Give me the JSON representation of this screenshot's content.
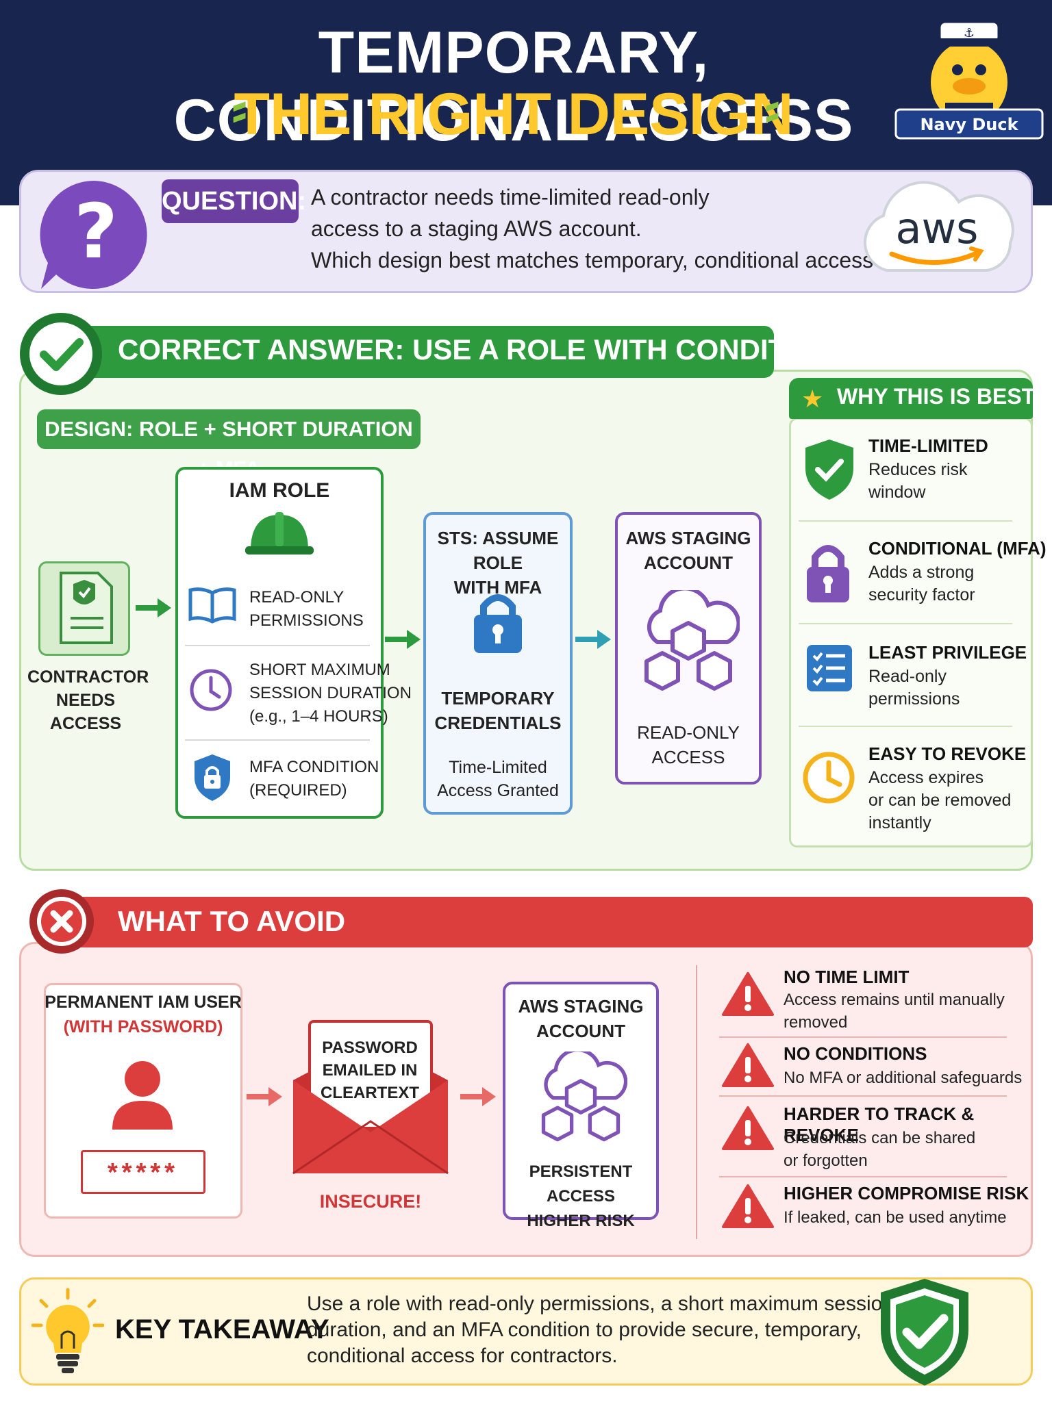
{
  "header": {
    "title_line1": "TEMPORARY, CONDITIONAL ACCESS",
    "title_line2": "THE RIGHT DESIGN",
    "mascot_label": "Navy Duck"
  },
  "question": {
    "label": "QUESTION:",
    "lines": [
      "A contractor needs time-limited read-only",
      "access to a staging AWS account.",
      "Which design best matches temporary, conditional access?"
    ],
    "logo_text": "aws"
  },
  "correct": {
    "title": "CORRECT ANSWER: USE A ROLE WITH CONDITIONS",
    "design_label": "DESIGN: ROLE + SHORT DURATION + MFA",
    "contractor": [
      "CONTRACTOR",
      "NEEDS ACCESS"
    ],
    "iam": {
      "title": "IAM ROLE",
      "rows": [
        [
          "READ-ONLY",
          "PERMISSIONS"
        ],
        [
          "SHORT MAXIMUM",
          "SESSION DURATION",
          "(e.g., 1–4 HOURS)"
        ],
        [
          "MFA CONDITION",
          "(REQUIRED)"
        ]
      ]
    },
    "sts": {
      "title": [
        "STS: ASSUME ROLE",
        "WITH MFA"
      ],
      "subtitle": [
        "TEMPORARY",
        "CREDENTIALS"
      ],
      "note": [
        "Time-Limited",
        "Access Granted"
      ]
    },
    "aws_account": {
      "title": [
        "AWS STAGING",
        "ACCOUNT"
      ],
      "access": [
        "READ-ONLY",
        "ACCESS"
      ]
    }
  },
  "why": {
    "title": "WHY THIS IS BEST",
    "items": [
      {
        "head": "TIME-LIMITED",
        "desc": [
          "Reduces risk",
          "window"
        ],
        "icon": "shield-check-icon"
      },
      {
        "head": "CONDITIONAL (MFA)",
        "desc": [
          "Adds a strong",
          "security factor"
        ],
        "icon": "padlock-icon"
      },
      {
        "head": "LEAST PRIVILEGE",
        "desc": [
          "Read-only",
          "permissions"
        ],
        "icon": "checklist-icon"
      },
      {
        "head": "EASY TO REVOKE",
        "desc": [
          "Access expires",
          "or can be removed",
          "instantly"
        ],
        "icon": "clock-icon"
      }
    ]
  },
  "avoid": {
    "title": "WHAT TO AVOID",
    "perm_user": {
      "title": "PERMANENT IAM USER",
      "subtitle": "(WITH PASSWORD)",
      "masked": "*****"
    },
    "email": {
      "lines": [
        "PASSWORD",
        "EMAILED IN",
        "CLEARTEXT"
      ],
      "warning": "INSECURE!"
    },
    "aws_account": {
      "title": [
        "AWS STAGING",
        "ACCOUNT"
      ],
      "risk": [
        "PERSISTENT ACCESS",
        "HIGHER RISK"
      ]
    },
    "risks": [
      {
        "head": "NO TIME LIMIT",
        "desc": [
          "Access remains until manually",
          "removed"
        ]
      },
      {
        "head": "NO CONDITIONS",
        "desc": [
          "No MFA or additional safeguards"
        ]
      },
      {
        "head": "HARDER TO TRACK & REVOKE",
        "desc": [
          "Credentials can be shared",
          "or forgotten"
        ]
      },
      {
        "head": "HIGHER COMPROMISE RISK",
        "desc": [
          "If leaked, can be used anytime"
        ]
      }
    ]
  },
  "takeaway": {
    "title": "KEY TAKEAWAY",
    "lines": [
      "Use a role with read-only permissions, a short maximum session",
      "duration, and an MFA condition to provide secure, temporary,",
      "conditional access for contractors."
    ]
  },
  "colors": {
    "navy": "#17254f",
    "yellow": "#ffc82c",
    "green": "#2e9a3e",
    "red": "#dc3d3d",
    "purple": "#6a3fa0",
    "blue": "#2f78c4"
  }
}
